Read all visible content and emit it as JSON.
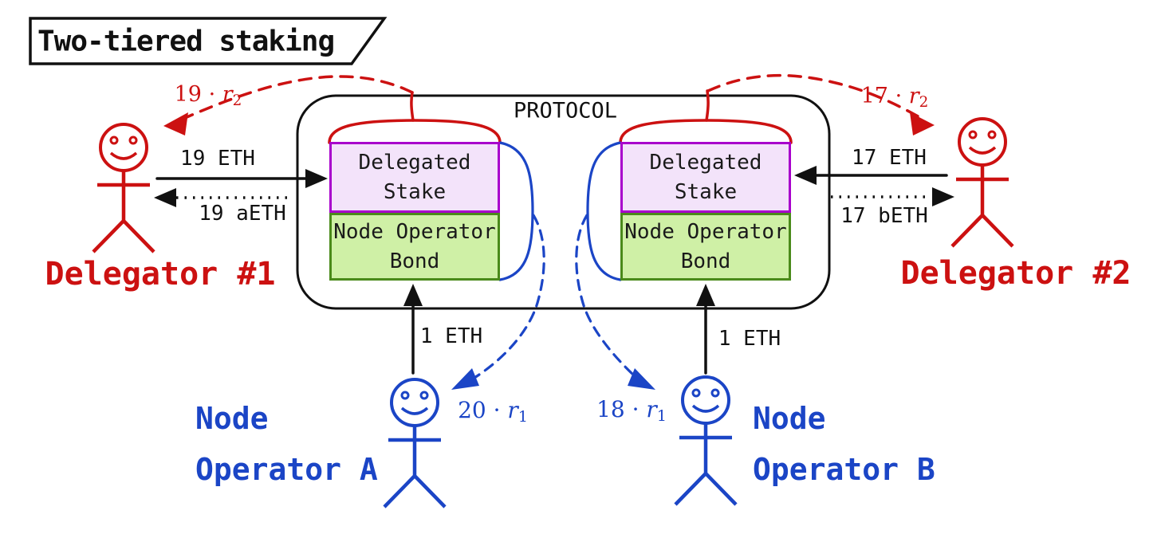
{
  "title": "Two-tiered staking",
  "protocol": {
    "label": "PROTOCOL"
  },
  "stacks": {
    "left": {
      "delegated_stake_line1": "Delegated",
      "delegated_stake_line2": "Stake",
      "bond_line1": "Node Operator",
      "bond_line2": "Bond"
    },
    "right": {
      "delegated_stake_line1": "Delegated",
      "delegated_stake_line2": "Stake",
      "bond_line1": "Node Operator",
      "bond_line2": "Bond"
    }
  },
  "actors": {
    "delegator1": "Delegator #1",
    "delegator2": "Delegator #2",
    "node_a_line1": "Node",
    "node_a_line2": "Operator A",
    "node_b_line1": "Node",
    "node_b_line2": "Operator B"
  },
  "flows": {
    "d1_deposit": "19 ETH",
    "d1_receipt": "19 aETH",
    "d2_deposit": "17 ETH",
    "d2_receipt": "17 bETH",
    "bond_a": "1 ETH",
    "bond_b": "1 ETH",
    "d1_reward": {
      "coeff": "19 ·",
      "var": "r",
      "sub": "2"
    },
    "d2_reward": {
      "coeff": "17 ·",
      "var": "r",
      "sub": "2"
    },
    "a_reward": {
      "coeff": "20 ·",
      "var": "r",
      "sub": "1"
    },
    "b_reward": {
      "coeff": "18 ·",
      "var": "r",
      "sub": "1"
    }
  },
  "colors": {
    "red": "#cc1111",
    "blue": "#1b45c6",
    "purple_border": "#a800cc",
    "purple_fill": "#f3e3fa",
    "green_border": "#4a8a1a",
    "green_fill": "#cff0a6",
    "ink": "#111111"
  }
}
